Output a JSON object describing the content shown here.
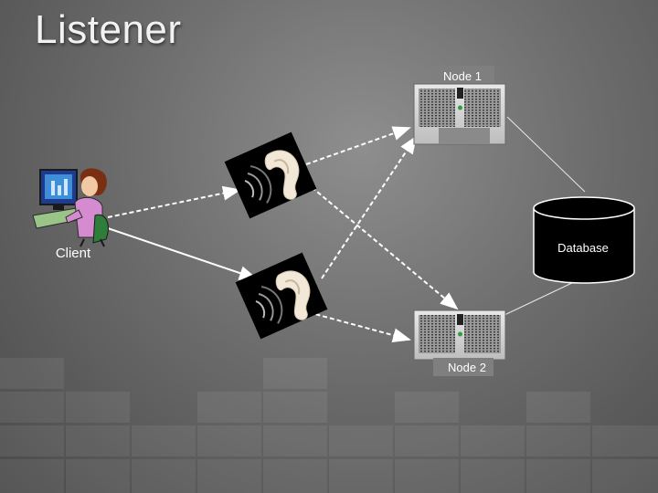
{
  "slide": {
    "title": "Listener"
  },
  "nodes": {
    "node1": {
      "label": "Node 1"
    },
    "node2": {
      "label": "Node 2"
    },
    "database": {
      "label": "Database"
    },
    "client": {
      "label": "Client"
    }
  },
  "colors": {
    "arrow": "#ffffff",
    "connector": "#e8e8e8",
    "database_fill": "#000000",
    "label_box": "#7f7f7f"
  },
  "icons": [
    "server-rack-icon",
    "database-cylinder-icon",
    "client-workstation-icon",
    "listener-ear-icon"
  ]
}
